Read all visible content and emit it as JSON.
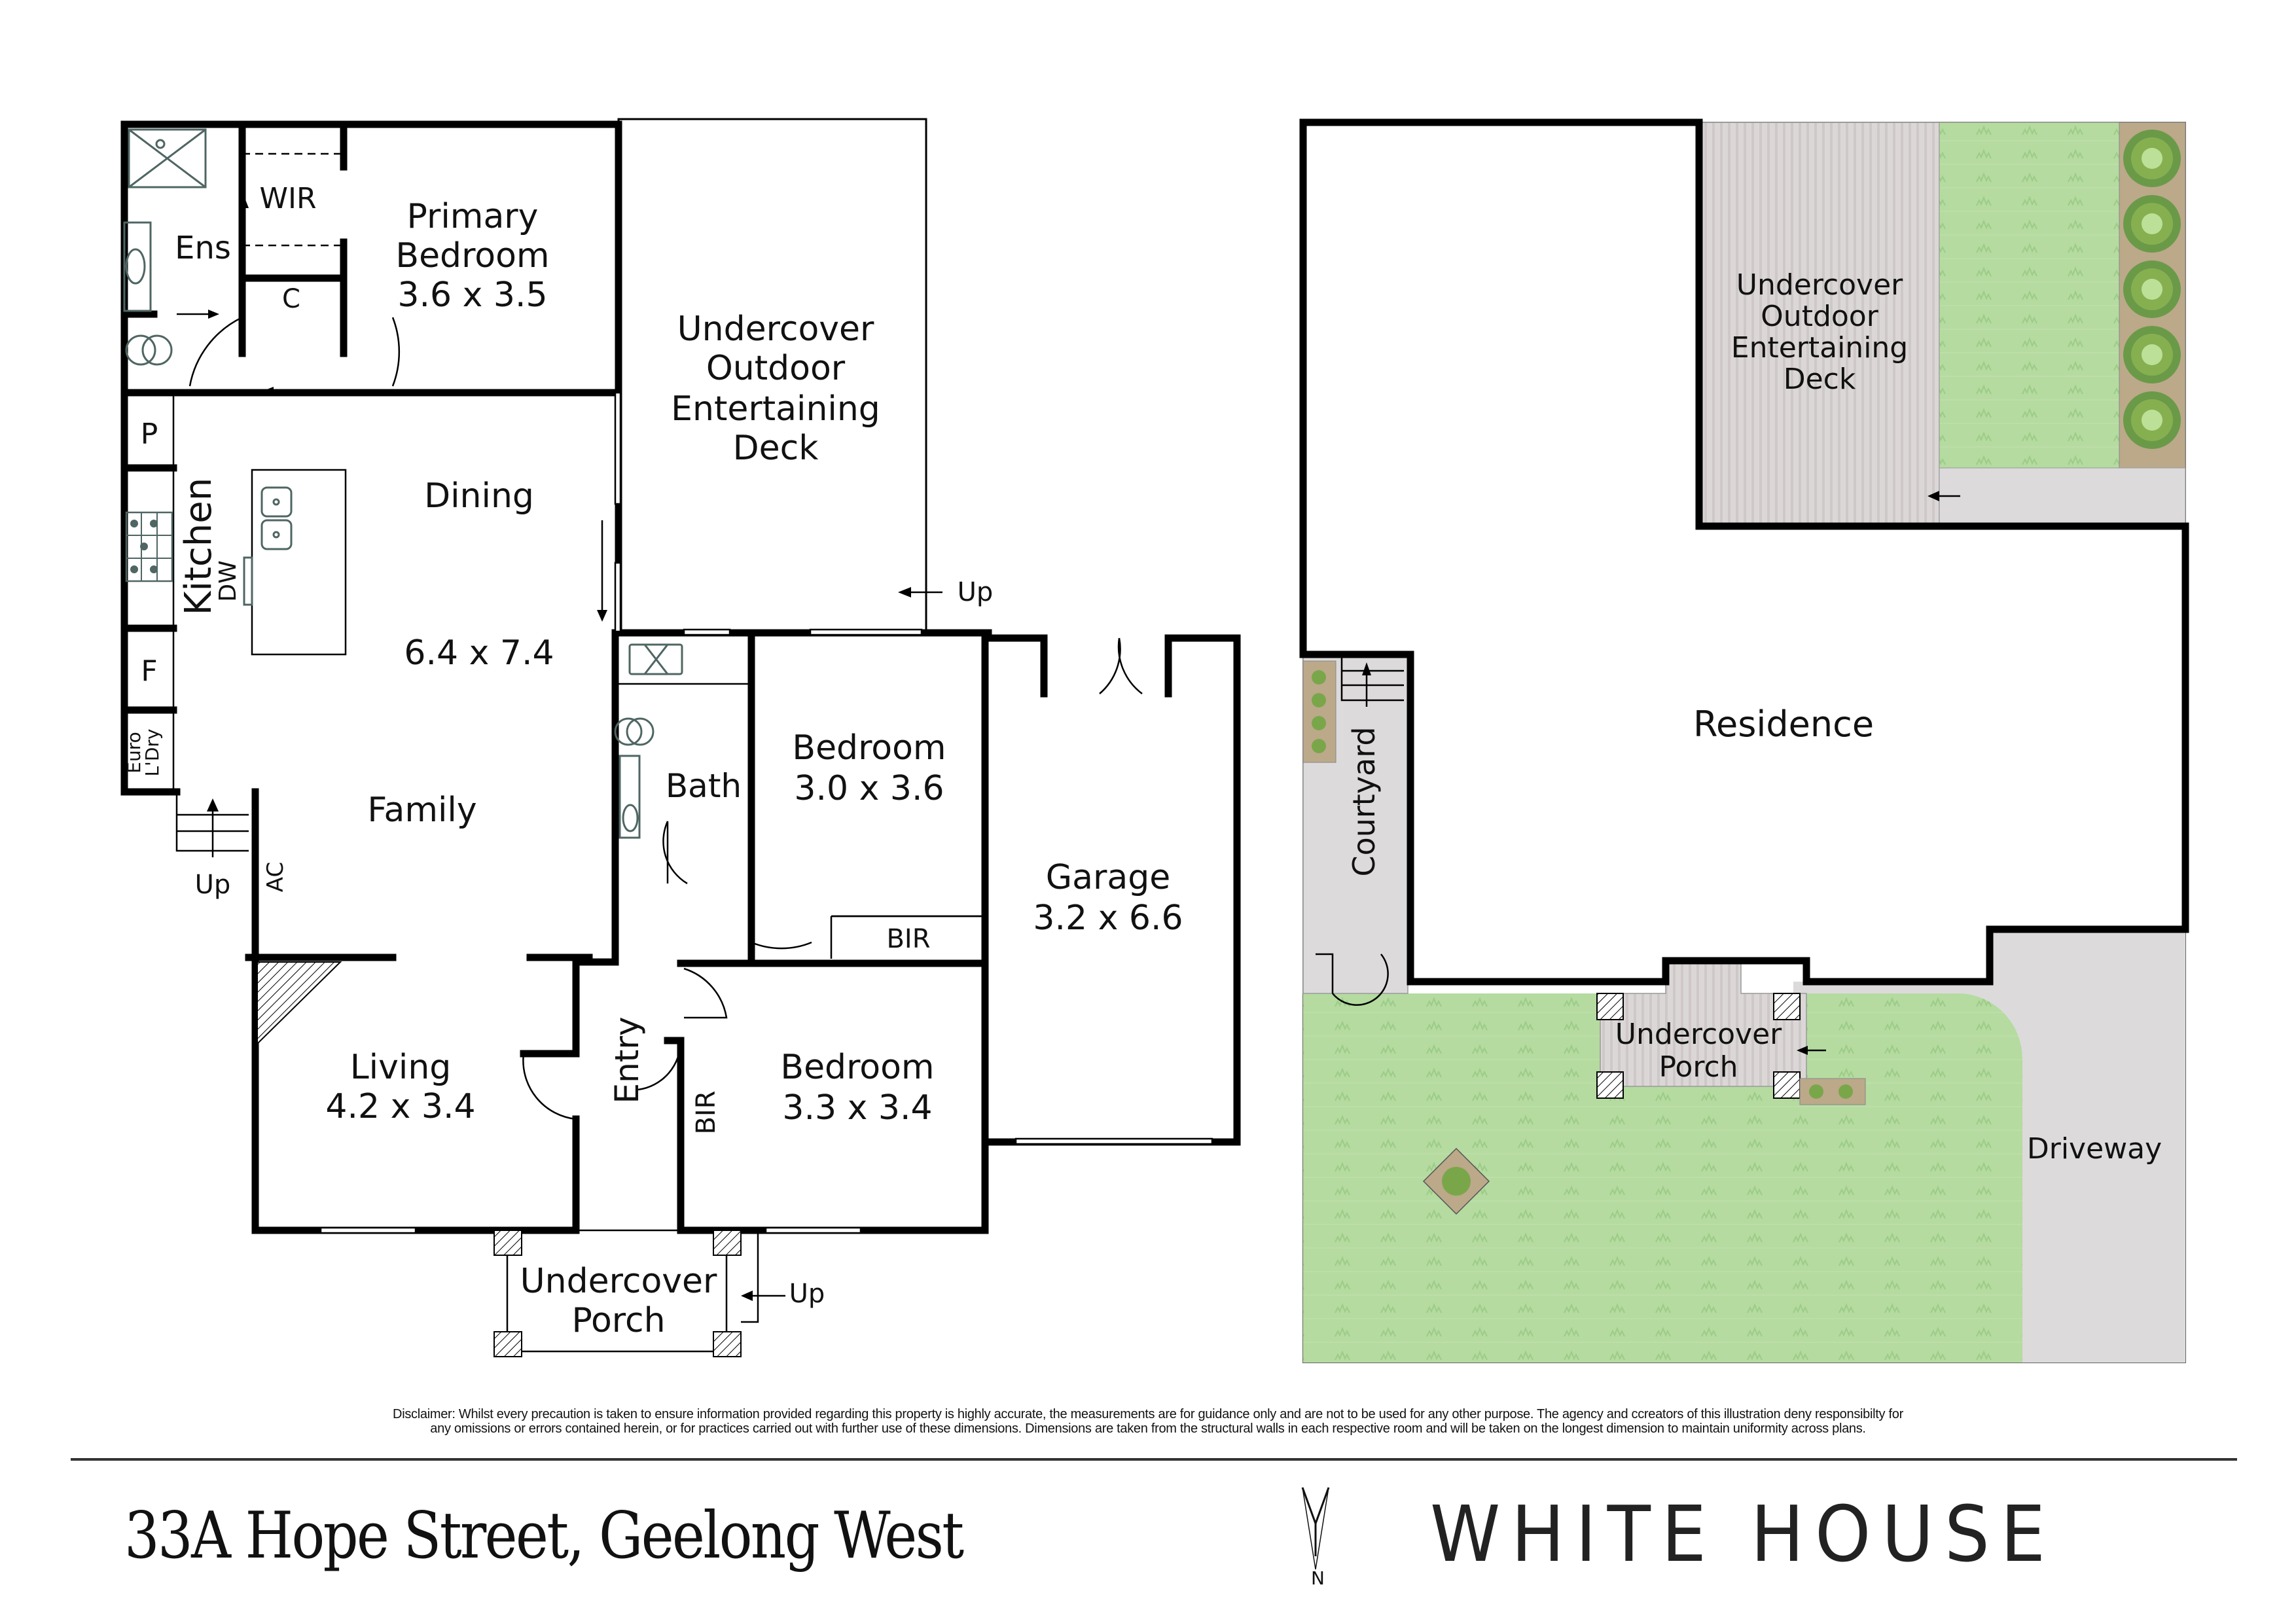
{
  "floor_plan": {
    "rooms": {
      "primary_bedroom": {
        "name": "Primary Bedroom",
        "line1": "Primary",
        "line2": "Bedroom",
        "dims": "3.6 x 3.5"
      },
      "wir": {
        "name": "WIR"
      },
      "ensuite": {
        "name": "Ens"
      },
      "cupboard": {
        "name": "C"
      },
      "pantry": {
        "name": "P"
      },
      "kitchen": {
        "name": "Kitchen"
      },
      "dishwasher": {
        "name": "DW"
      },
      "fridge": {
        "name": "F"
      },
      "euro_laundry": {
        "line1": "Euro",
        "line2": "L'Dry"
      },
      "dining": {
        "name": "Dining"
      },
      "family_dims": {
        "dims": "6.4 x 7.4"
      },
      "family": {
        "name": "Family"
      },
      "ac": {
        "name": "AC"
      },
      "living": {
        "name": "Living",
        "dims": "4.2 x 3.4"
      },
      "entry": {
        "name": "Entry"
      },
      "bath": {
        "name": "Bath"
      },
      "bedroom2": {
        "name": "Bedroom",
        "dims": "3.0 x 3.6"
      },
      "bir2": {
        "name": "BIR"
      },
      "bedroom3": {
        "name": "Bedroom",
        "dims": "3.3 x 3.4"
      },
      "bir3": {
        "name": "BIR"
      },
      "garage": {
        "name": "Garage",
        "dims": "3.2 x 6.6"
      },
      "outdoor_deck": {
        "line1": "Undercover",
        "line2": "Outdoor",
        "line3": "Entertaining",
        "line4": "Deck"
      },
      "porch": {
        "line1": "Undercover",
        "line2": "Porch"
      }
    },
    "stair_labels": {
      "side": "Up",
      "deck": "Up",
      "porch": "Up"
    }
  },
  "site_plan": {
    "residence": "Residence",
    "deck": {
      "line1": "Undercover",
      "line2": "Outdoor",
      "line3": "Entertaining",
      "line4": "Deck"
    },
    "courtyard": "Courtyard",
    "porch": {
      "line1": "Undercover",
      "line2": "Porch"
    },
    "driveway": "Driveway",
    "colors": {
      "grass": "#b5dba0",
      "grass_mark": "#95c884",
      "deck": "#d7d2d2",
      "paving": "#dcdadb",
      "garden_bed": "#bba98a",
      "shrub_dark": "#6a9a48",
      "shrub_mid": "#86b050",
      "shrub_light": "#bde098"
    }
  },
  "footer": {
    "disclaimer_line1": "Disclaimer: Whilst every precaution is taken to ensure information provided regarding this property is highly accurate, the measurements are for guidance only and are not to be used for any other purpose. The agency and ccreators of this illustration deny responsibilty for",
    "disclaimer_line2": "any omissions or errors contained herein, or for practices carried out with further use of these dimensions. Dimensions are taken from the structural walls in each respective room and will be taken on the longest dimension to maintain uniformity across plans.",
    "address": "33A Hope Street, Geelong West",
    "north_label": "N",
    "brand": "WHITE HOUSE"
  }
}
